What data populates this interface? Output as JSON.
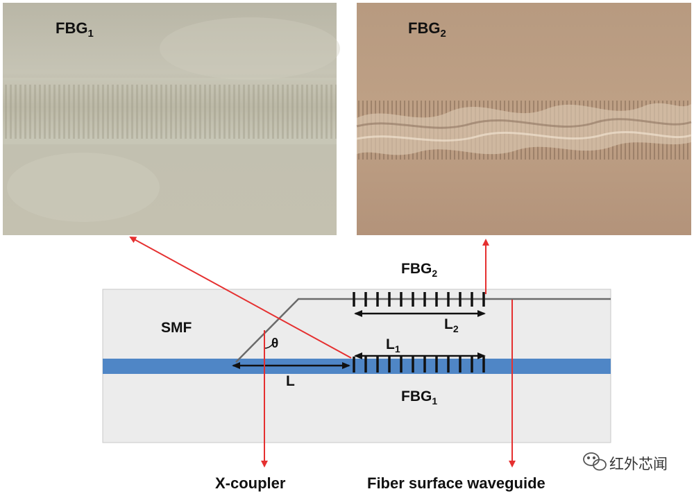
{
  "micrographs": {
    "left": {
      "label_main": "FBG",
      "label_sub": "1"
    },
    "right": {
      "label_main": "FBG",
      "label_sub": "2"
    }
  },
  "schematic": {
    "fbg2_label_main": "FBG",
    "fbg2_label_sub": "2",
    "fbg1_label_main": "FBG",
    "fbg1_label_sub": "1",
    "smf_label": "SMF",
    "theta_label": "θ",
    "L_label": "L",
    "L1_label_main": "L",
    "L1_label_sub": "1",
    "L2_label_main": "L",
    "L2_label_sub": "2"
  },
  "callouts": {
    "x_coupler": "X-coupler",
    "waveguide": "Fiber surface waveguide"
  },
  "watermark": {
    "text": "红外芯闻",
    "icon": "wechat-icon"
  },
  "colors": {
    "core": "#4f86c6",
    "cladding": "#ececec",
    "cladding_border": "#c8c8c8",
    "callout_red": "#e53030",
    "waveguide_line": "#6a6a6a"
  }
}
